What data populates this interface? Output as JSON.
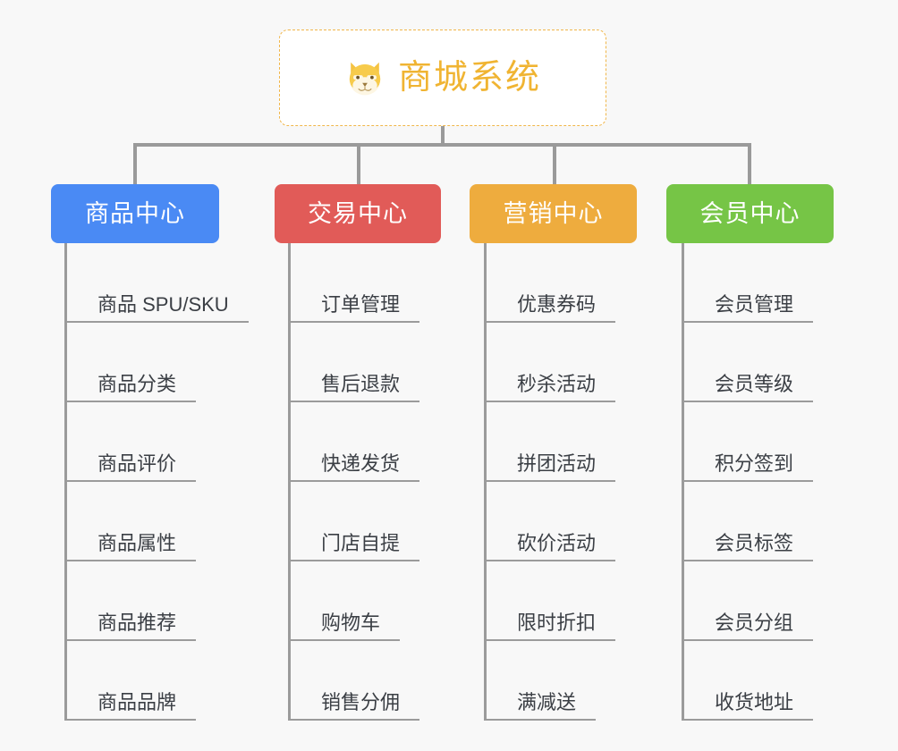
{
  "diagram": {
    "title": "商城系统",
    "icon": "dog-face-icon",
    "background_color": "#f8f8f8",
    "root": {
      "label": "商城系统",
      "text_color": "#f0b432",
      "border_color": "#f0b64a",
      "background_color": "#ffffff"
    },
    "connector_color": "#9a9a9a",
    "columns": [
      {
        "id": "product-center",
        "label": "商品中心",
        "color": "#4a8af4",
        "items": [
          "商品 SPU/SKU",
          "商品分类",
          "商品评价",
          "商品属性",
          "商品推荐",
          "商品品牌"
        ]
      },
      {
        "id": "trade-center",
        "label": "交易中心",
        "color": "#e15b58",
        "items": [
          "订单管理",
          "售后退款",
          "快递发货",
          "门店自提",
          "购物车",
          "销售分佣"
        ]
      },
      {
        "id": "marketing-center",
        "label": "营销中心",
        "color": "#eeac3e",
        "items": [
          "优惠券码",
          "秒杀活动",
          "拼团活动",
          "砍价活动",
          "限时折扣",
          "满减送"
        ]
      },
      {
        "id": "member-center",
        "label": "会员中心",
        "color": "#76c546",
        "items": [
          "会员管理",
          "会员等级",
          "积分签到",
          "会员标签",
          "会员分组",
          "收货地址"
        ]
      }
    ]
  }
}
